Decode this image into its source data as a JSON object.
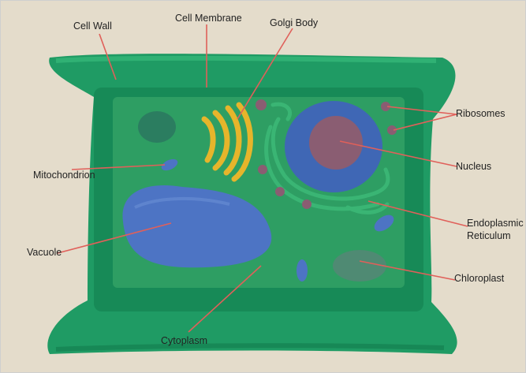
{
  "colors": {
    "background": "#e9e1d1",
    "cell_wall": "#1f9b64",
    "cytoplasm": "#2e9e63",
    "nucleus_outer": "#3f67b5",
    "nucleus_inner": "#8a5d72",
    "vacuole": "#4d74c4",
    "golgi": "#e6b52b",
    "label_line": "#e0605a",
    "label_text": "#222222"
  },
  "labels": {
    "cell_wall": "Cell Wall",
    "cell_membrane": "Cell Membrane",
    "golgi_body": "Golgi Body",
    "ribosomes": "Ribosomes",
    "mitochondrion": "Mitochondrion",
    "nucleus": "Nucleus",
    "endoplasmic_line1": "Endoplasmic",
    "endoplasmic_line2": "Reticulum",
    "vacuole": "Vacuole",
    "chloroplast": "Chloroplast",
    "cytoplasm": "Cytoplasm"
  }
}
